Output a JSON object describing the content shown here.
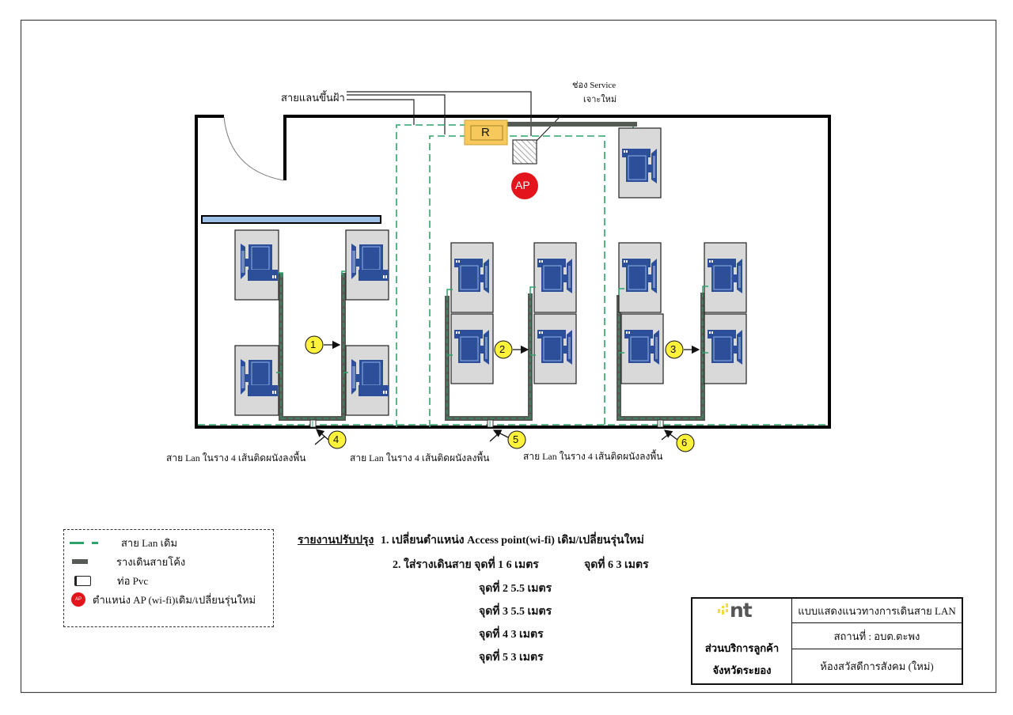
{
  "labels": {
    "uplink_cable": "สายแลนขึ้นฝ้า",
    "service_hole_line1": "ช่อง Service",
    "service_hole_line2": "เจาะใหม่",
    "router": "R",
    "ap": "AP",
    "floor_note_4": "สาย Lan ในราง 4 เส้นติดผนังลงพื้น",
    "floor_note_5": "สาย Lan ในราง 4 เส้นติดผนังลงพื้น",
    "floor_note_6": "สาย Lan ในราง 4 เส้นติดผนังลงพื้น"
  },
  "markers": [
    "1",
    "2",
    "3",
    "4",
    "5",
    "6"
  ],
  "legend": {
    "items": [
      {
        "icon": "dashed-green-line-icon",
        "label": "สาย Lan เดิม"
      },
      {
        "icon": "gray-bar-icon",
        "label": "รางเดินสายโค้ง"
      },
      {
        "icon": "pvc-pipe-icon",
        "label": "ท่อ Pvc"
      },
      {
        "icon": "ap-dot-icon",
        "label": "ตำแหน่ง AP (wi-fi)เดิม/เปลี่ยนรุ่นใหม่",
        "icon_text": "AP"
      }
    ]
  },
  "report": {
    "heading": "รายงานปรับปรุง",
    "item1": "1. เปลี่ยนตำแหน่ง Access point(wi-fi) เดิม/เปลี่ยนรุ่นใหม่",
    "item2_prefix": "2. ใส่รางเดินสาย จุดที่ 1  6 เมตร",
    "item2_extra": "จุดที่ 6  3 เมตร",
    "points": [
      "จุดที่ 2  5.5 เมตร",
      "จุดที่ 3  5.5 เมตร",
      "จุดที่ 4  3 เมตร",
      "จุดที่ 5  3 เมตร"
    ]
  },
  "title_block": {
    "logo_text": "nt",
    "org_line1": "ส่วนบริการลูกค้า",
    "org_line2": "จังหวัดระยอง",
    "title": "แบบแสดงแนวทางการเดินสาย LAN",
    "location": "สถานที่ :  อบต.ตะพง",
    "room": "ห้องสวัสดีการสังคม (ใหม่)"
  },
  "colors": {
    "lan_dashed": "#2ea36b",
    "tray": "#555a55",
    "computer_blue": "#2d4f9a",
    "desk_gray": "#d9d9d9",
    "router_fill": "#f7c95c",
    "ap_red": "#e3141b",
    "marker_yellow": "#fff23a",
    "window_blue": "#9cc0e6",
    "logo_yellow": "#f2dc3c",
    "logo_gray": "#555555"
  }
}
